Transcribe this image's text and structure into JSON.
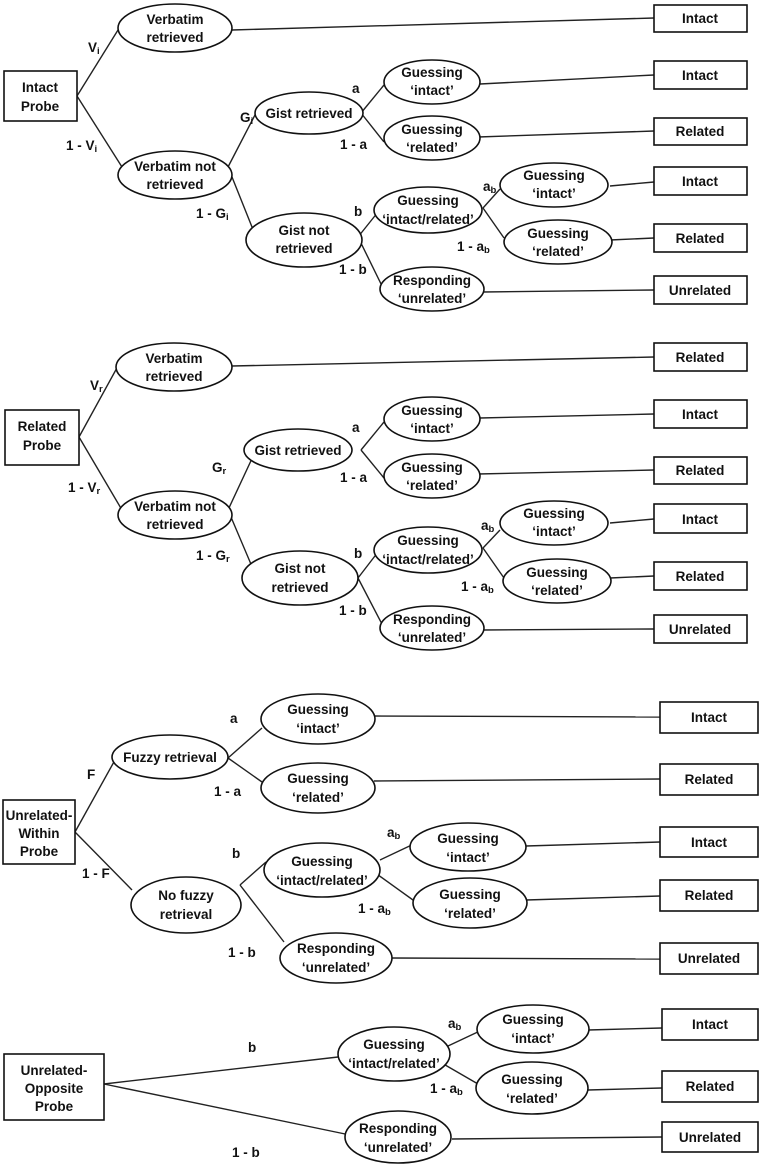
{
  "probes": {
    "intact": {
      "line1": "Intact",
      "line2": "Probe"
    },
    "related": {
      "line1": "Related",
      "line2": "Probe"
    },
    "unrelated_within": {
      "line1": "Unrelated-",
      "line2": "Within",
      "line3": "Probe"
    },
    "unrelated_opposite": {
      "line1": "Unrelated-",
      "line2": "Opposite",
      "line3": "Probe"
    }
  },
  "nodes": {
    "verbatim_retrieved": {
      "line1": "Verbatim",
      "line2": "retrieved"
    },
    "verbatim_not_retrieved": {
      "line1": "Verbatim not",
      "line2": "retrieved"
    },
    "gist_retrieved": {
      "line1": "Gist retrieved"
    },
    "gist_not_retrieved": {
      "line1": "Gist not",
      "line2": "retrieved"
    },
    "guessing_intact": {
      "line1": "Guessing",
      "line2": "‘intact’"
    },
    "guessing_related": {
      "line1": "Guessing",
      "line2": "‘related’"
    },
    "guessing_intact_related": {
      "line1": "Guessing",
      "line2": "‘intact/related’"
    },
    "responding_unrelated": {
      "line1": "Responding",
      "line2": "‘unrelated’"
    },
    "fuzzy_retrieval": {
      "line1": "Fuzzy retrieval"
    },
    "no_fuzzy_retrieval": {
      "line1": "No fuzzy",
      "line2": "retrieval"
    }
  },
  "outcomes": {
    "intact": "Intact",
    "related": "Related",
    "unrelated": "Unrelated"
  },
  "params": {
    "V": "V",
    "one_minus_V": "1 - V",
    "G": "G",
    "one_minus_G": "1 - G",
    "sub_i": "i",
    "sub_r": "r",
    "a": "a",
    "one_minus_a": "1 - a",
    "ab": "a",
    "one_minus_ab": "1 - a",
    "sub_b": "b",
    "b": "b",
    "one_minus_b": "1 - b",
    "F": "F",
    "one_minus_F": "1 - F"
  }
}
